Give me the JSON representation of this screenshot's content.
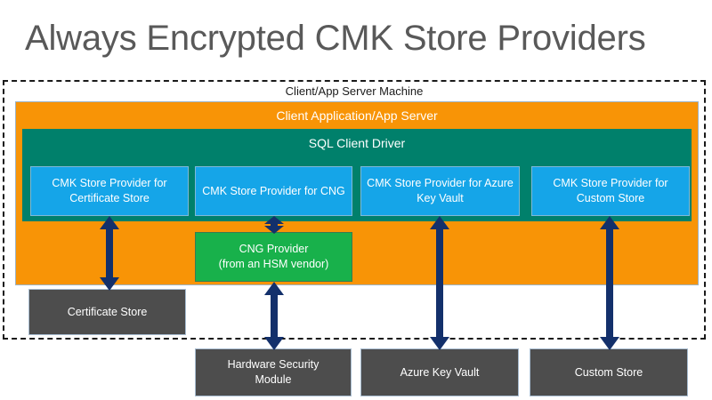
{
  "title": "Always Encrypted CMK Store Providers",
  "colors": {
    "title_text": "#595959",
    "app_server_fill": "#F89406",
    "sql_driver_fill": "#00806B",
    "provider_fill": "#15A5E8",
    "cng_provider_fill": "#18B14B",
    "store_fill": "#4D4D4D",
    "arrow_fill": "#13306B",
    "boundary_stroke": "#1A1A1A"
  },
  "boundary": {
    "label": "Client/App Server Machine"
  },
  "app_server": {
    "label": "Client Application/App Server"
  },
  "sql_driver": {
    "label": "SQL Client Driver"
  },
  "providers": [
    {
      "label": "CMK Store Provider for Certificate Store"
    },
    {
      "label": "CMK Store Provider for CNG"
    },
    {
      "label": "CMK Store Provider for Azure Key Vault"
    },
    {
      "label": "CMK Store Provider for Custom Store"
    }
  ],
  "cng_provider": {
    "label": "CNG Provider (from an HSM vendor)",
    "line1": "CNG Provider",
    "line2": "(from an HSM vendor)"
  },
  "stores": [
    {
      "label": "Certificate Store"
    },
    {
      "label": "Hardware Security Module",
      "line1": "Hardware Security",
      "line2": "Module"
    },
    {
      "label": "Azure Key Vault"
    },
    {
      "label": "Custom Store"
    }
  ],
  "connectors": [
    {
      "name": "certificate-store-connector",
      "from": "CMK Store Provider for Certificate Store",
      "to": "Certificate Store",
      "style": "double-headed"
    },
    {
      "name": "cng-provider-connector",
      "from": "CMK Store Provider for CNG",
      "to": "CNG Provider (from an HSM vendor)",
      "style": "double-headed"
    },
    {
      "name": "hsm-connector",
      "from": "CNG Provider (from an HSM vendor)",
      "to": "Hardware Security Module",
      "style": "double-headed"
    },
    {
      "name": "azure-key-vault-connector",
      "from": "CMK Store Provider for Azure Key Vault",
      "to": "Azure Key Vault",
      "style": "double-headed"
    },
    {
      "name": "custom-store-connector",
      "from": "CMK Store Provider for Custom Store",
      "to": "Custom Store",
      "style": "double-headed"
    }
  ]
}
